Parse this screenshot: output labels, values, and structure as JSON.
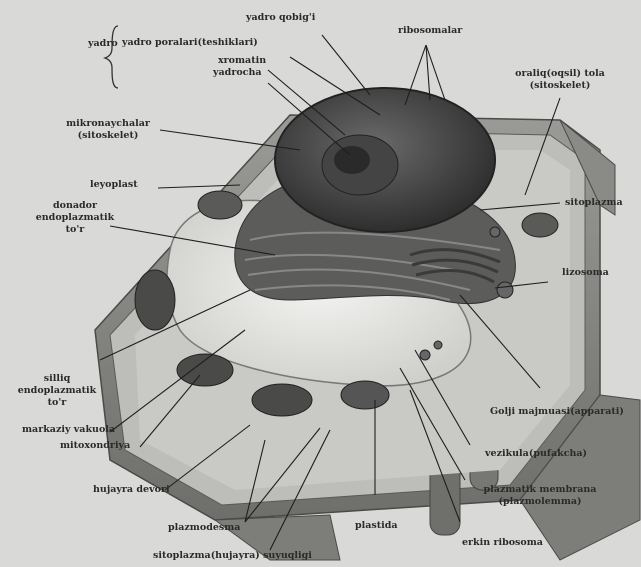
{
  "labels": {
    "yadro": "yadro",
    "yadro_qobigi": "yadro qobig'i",
    "ribosomalar": "ribosomalar",
    "yadro_poralari": "yadro poralari(teshiklari)",
    "xromatin": "xromatin",
    "yadrocha": "yadrocha",
    "oraliq_tola": "oraliq(oqsil) tola\n(sitoskelet)",
    "mikronaychalar": "mikronaychalar\n(sitoskelet)",
    "leyoplast": "leyoplast",
    "sitoplazma": "sitoplazma",
    "donador_er": "donador\nendoplazmatik\nto'r",
    "lizosoma": "lizosoma",
    "silliq_er": "silliq\nendoplazmatik\nto'r",
    "golji": "Golji majmuasi(apparati)",
    "markaziy_vakuola": "markaziy vakuola",
    "mitoxondriya": "mitoxondriya",
    "vezikula": "vezikula(pufakcha)",
    "hujayra_devori": "hujayra devori",
    "plazmatik_membrana": "plazmatik membrana\n(plazmolemma)",
    "plazmodesma": "plazmodesma",
    "plastida": "plastida",
    "erkin_ribosoma": "erkin ribosoma",
    "sitoplazma_suyuqligi": "sitoplazma(hujayra) suyuqligi"
  }
}
